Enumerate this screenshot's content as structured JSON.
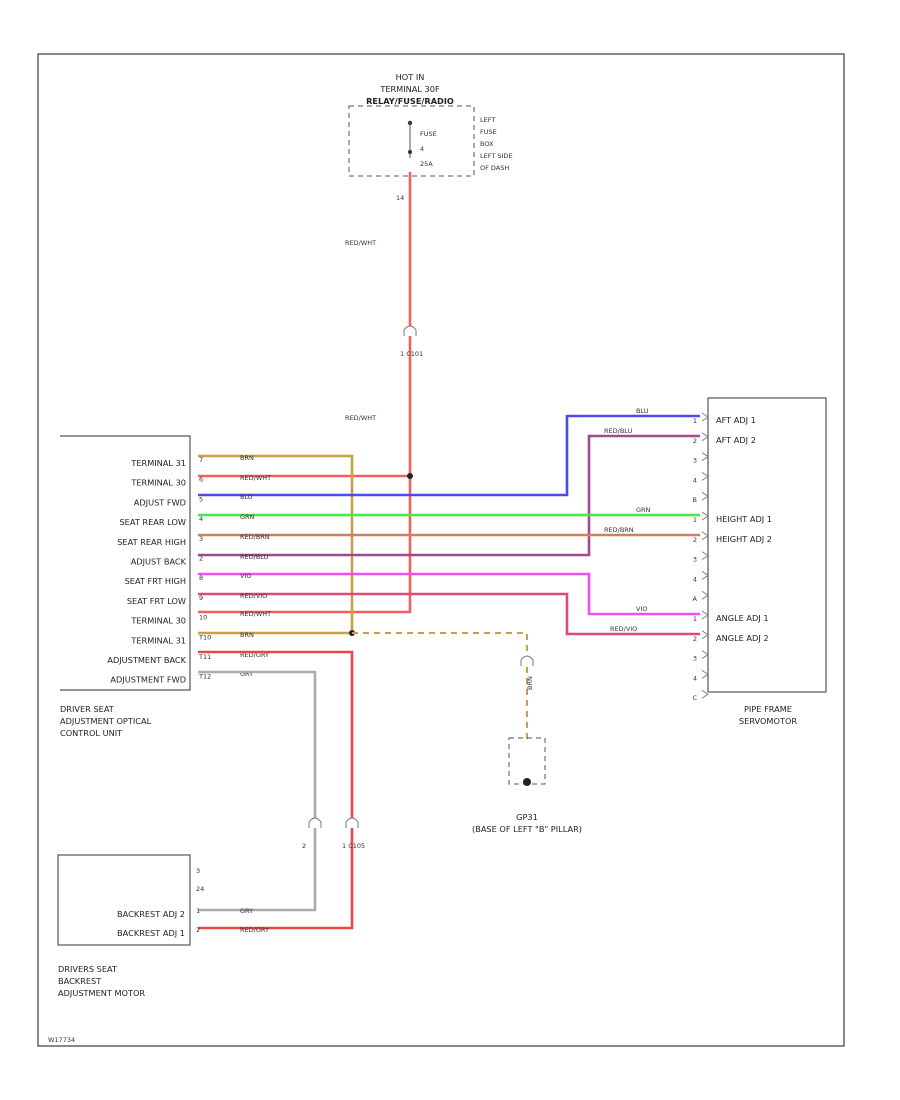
{
  "colors": {
    "red_wht": "#f06060",
    "blu": "#4a4af0",
    "red_blu": "#a04a90",
    "grn": "#48e848",
    "red_brn": "#d0805a",
    "vio": "#f050f0",
    "red_vio": "#e04878",
    "brn": "#c8a048",
    "gry": "#aaaaaa",
    "red_gry": "#e84848"
  },
  "power": {
    "lines": [
      "HOT IN",
      "TERMINAL 30F",
      "RELAY/FUSE/RADIO"
    ],
    "fuse_lines": [
      "FUSE",
      "4",
      "25A"
    ],
    "box_lines": [
      "LEFT",
      "FUSE",
      "BOX",
      "LEFT SIDE",
      "OF DASH"
    ],
    "pin": "14",
    "wire_upper": "RED/WHT",
    "wire_lower": "RED/WHT",
    "connector": "1   C101"
  },
  "left_unit": {
    "name_lines": [
      "DRIVER SEAT",
      "ADJUSTMENT OPTICAL",
      "CONTROL UNIT"
    ],
    "rows": [
      {
        "label": "TERMINAL 31",
        "pin": "7",
        "wire": "BRN"
      },
      {
        "label": "TERMINAL 30",
        "pin": "6",
        "wire": "RED/WHT"
      },
      {
        "label": "ADJUST FWD",
        "pin": "5",
        "wire": "BLU"
      },
      {
        "label": "SEAT REAR LOW",
        "pin": "4",
        "wire": "GRN"
      },
      {
        "label": "SEAT REAR HIGH",
        "pin": "3",
        "wire": "RED/BRN"
      },
      {
        "label": "ADJUST BACK",
        "pin": "2",
        "wire": "RED/BLU"
      },
      {
        "label": "SEAT FRT HIGH",
        "pin": "8",
        "wire": "VIO"
      },
      {
        "label": "SEAT FRT LOW",
        "pin": "9",
        "wire": "RED/VIO"
      },
      {
        "label": "TERMINAL 30",
        "pin": "10",
        "wire": "RED/WHT"
      },
      {
        "label": "TERMINAL 31",
        "pin": "T10",
        "wire": "BRN"
      },
      {
        "label": "ADJUSTMENT BACK",
        "pin": "T11",
        "wire": "RED/GRY"
      },
      {
        "label": "ADJUSTMENT FWD",
        "pin": "T12",
        "wire": "GRY"
      }
    ]
  },
  "right_unit": {
    "name_lines": [
      "PIPE FRAME",
      "SERVOMOTOR"
    ],
    "rows": [
      {
        "label": "AFT ADJ 1",
        "pin": "1",
        "wire": "BLU"
      },
      {
        "label": "AFT ADJ 2",
        "pin": "2",
        "wire": "RED/BLU"
      },
      {
        "label": "",
        "pin": "3",
        "wire": ""
      },
      {
        "label": "",
        "pin": "4",
        "wire": ""
      },
      {
        "label": "",
        "pin": "B",
        "wire": ""
      },
      {
        "label": "HEIGHT ADJ 1",
        "pin": "1",
        "wire": "GRN"
      },
      {
        "label": "HEIGHT ADJ 2",
        "pin": "2",
        "wire": "RED/BRN"
      },
      {
        "label": "",
        "pin": "3",
        "wire": ""
      },
      {
        "label": "",
        "pin": "4",
        "wire": ""
      },
      {
        "label": "",
        "pin": "A",
        "wire": ""
      },
      {
        "label": "ANGLE ADJ 1",
        "pin": "1",
        "wire": "VIO"
      },
      {
        "label": "ANGLE ADJ 2",
        "pin": "2",
        "wire": "RED/VIO"
      },
      {
        "label": "",
        "pin": "3",
        "wire": ""
      },
      {
        "label": "",
        "pin": "4",
        "wire": ""
      },
      {
        "label": "",
        "pin": "C",
        "wire": ""
      }
    ]
  },
  "ground": {
    "wire": "BRN",
    "name": "GP31",
    "location": "(BASE OF LEFT \"B\" PILLAR)"
  },
  "motor": {
    "name_lines": [
      "DRIVERS SEAT",
      "BACKREST",
      "ADJUSTMENT MOTOR"
    ],
    "pins_top": [
      "3",
      "24"
    ],
    "rows": [
      {
        "label": "BACKREST ADJ 2",
        "pin": "1",
        "wire": "GRY"
      },
      {
        "label": "BACKREST ADJ 1",
        "pin": "2",
        "wire": "RED/GRY"
      }
    ]
  },
  "motor_connector": {
    "left": "2",
    "right": "1   C105"
  },
  "page_code": "W17734"
}
